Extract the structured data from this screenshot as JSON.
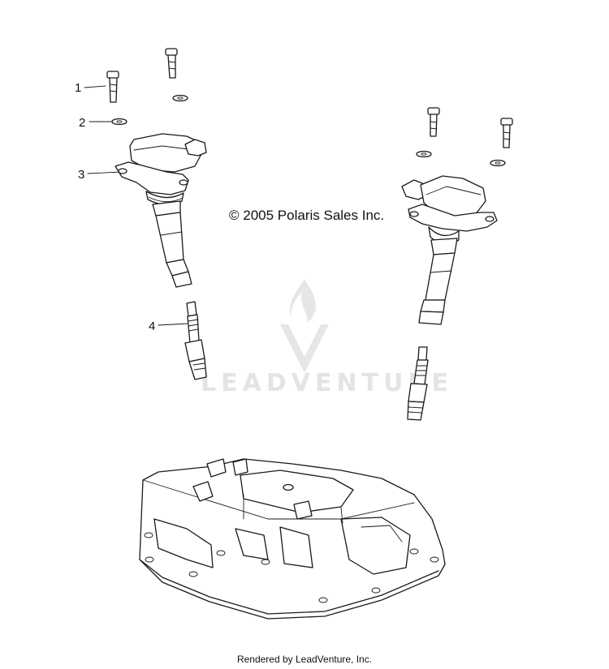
{
  "copyright": "© 2005 Polaris Sales Inc.",
  "watermark": "LEADVENTURE",
  "footer": "Rendered by LeadVenture, Inc.",
  "callouts": [
    {
      "number": "1",
      "part": "screw"
    },
    {
      "number": "2",
      "part": "washer"
    },
    {
      "number": "3",
      "part": "ignition-coil"
    },
    {
      "number": "4",
      "part": "spark-plug"
    }
  ],
  "colors": {
    "line": "#1a1a1a",
    "watermark": "#e4e4e4",
    "background": "#ffffff"
  }
}
